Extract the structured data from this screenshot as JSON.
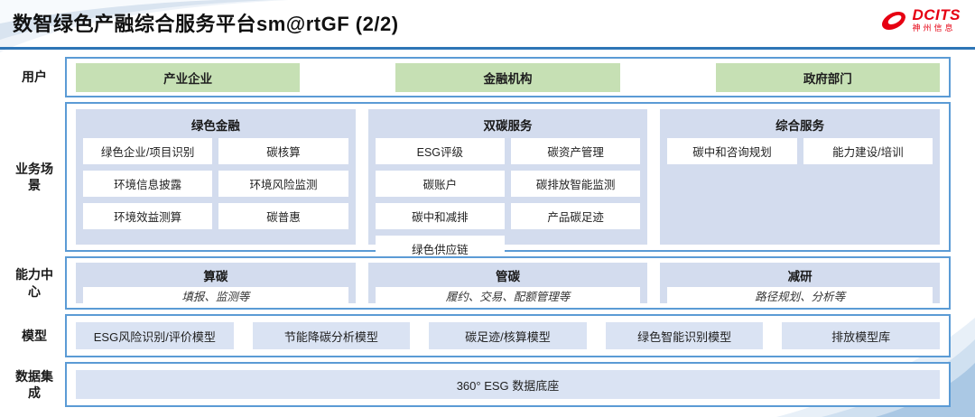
{
  "header": {
    "title": "数智绿色产融综合服务平台sm@rtGF  (2/2)",
    "logo_brand": "DCITS",
    "logo_company": "神州信息"
  },
  "rows": {
    "users": {
      "label": "用户",
      "items": [
        "产业企业",
        "金融机构",
        "政府部门"
      ]
    },
    "scenarios": {
      "label": "业务场景",
      "columns": [
        {
          "title": "绿色金融",
          "items": [
            "绿色企业/项目识别",
            "碳核算",
            "环境信息披露",
            "环境风险监测",
            "环境效益测算",
            "碳普惠"
          ]
        },
        {
          "title": "双碳服务",
          "items": [
            "ESG评级",
            "碳资产管理",
            "碳账户",
            "碳排放智能监测",
            "碳中和减排",
            "产品碳足迹",
            "绿色供应链"
          ]
        },
        {
          "title": "综合服务",
          "items": [
            "碳中和咨询规划",
            "能力建设/培训"
          ]
        }
      ]
    },
    "capabilities": {
      "label": "能力中心",
      "columns": [
        {
          "title": "算碳",
          "desc": "填报、监测等"
        },
        {
          "title": "管碳",
          "desc": "履约、交易、配额管理等"
        },
        {
          "title": "减研",
          "desc": "路径规划、分析等"
        }
      ]
    },
    "models": {
      "label": "模型",
      "items": [
        "ESG风险识别/评价模型",
        "节能降碳分析模型",
        "碳足迹/核算模型",
        "绿色智能识别模型",
        "排放模型库"
      ]
    },
    "data_integration": {
      "label": "数据集成",
      "item": "360° ESG 数据底座"
    }
  },
  "colors": {
    "accent_border": "#5b9bd5",
    "green_fill": "#c6e0b4",
    "panel_blue": "#d3dcee",
    "item_blue": "#dae3f3",
    "title_line": "#2e75b6",
    "logo_red": "#e60012"
  }
}
